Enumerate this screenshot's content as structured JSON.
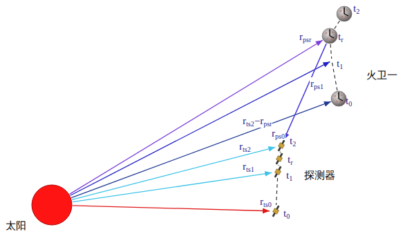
{
  "diagram": {
    "nodes": [
      {
        "text": [
          "太阳"
        ]
      },
      {
        "text": [
          "t2"
        ]
      },
      {
        "text": [
          "tr"
        ]
      },
      {
        "text": [
          "t1"
        ]
      },
      {
        "text": [
          "t0"
        ]
      },
      {
        "text": [
          "t2"
        ]
      },
      {
        "text": [
          "tr"
        ]
      },
      {
        "text": [
          "t1"
        ]
      },
      {
        "text": [
          "t0"
        ]
      }
    ],
    "edges": [
      {
        "from": 0,
        "to": 2,
        "arrow": "to",
        "label": "rpsr"
      },
      {
        "from": 0,
        "to": 3,
        "arrow": "to",
        "label": "rps1"
      },
      {
        "from": 0,
        "to": 4,
        "arrow": "to",
        "label": "rps0"
      },
      {
        "from": 0,
        "to": 5,
        "arrow": "to",
        "label": "rts2"
      },
      {
        "from": 0,
        "to": 7,
        "arrow": "to",
        "label": "rts1"
      },
      {
        "from": 0,
        "to": 8,
        "arrow": "to",
        "label": "rts0"
      },
      {
        "from": 2,
        "to": 5,
        "arrow": "to",
        "label": "rts2−rpsr"
      },
      {
        "from": 1,
        "to": 2,
        "arrow": "none"
      },
      {
        "from": 2,
        "to": 3,
        "arrow": "none"
      },
      {
        "from": 3,
        "to": 4,
        "arrow": "none"
      },
      {
        "from": 5,
        "to": 6,
        "arrow": "none"
      },
      {
        "from": 6,
        "to": 7,
        "arrow": "none"
      },
      {
        "from": 7,
        "to": 8,
        "arrow": "none"
      }
    ],
    "labels": [
      "火卫一",
      "探测器"
    ]
  }
}
